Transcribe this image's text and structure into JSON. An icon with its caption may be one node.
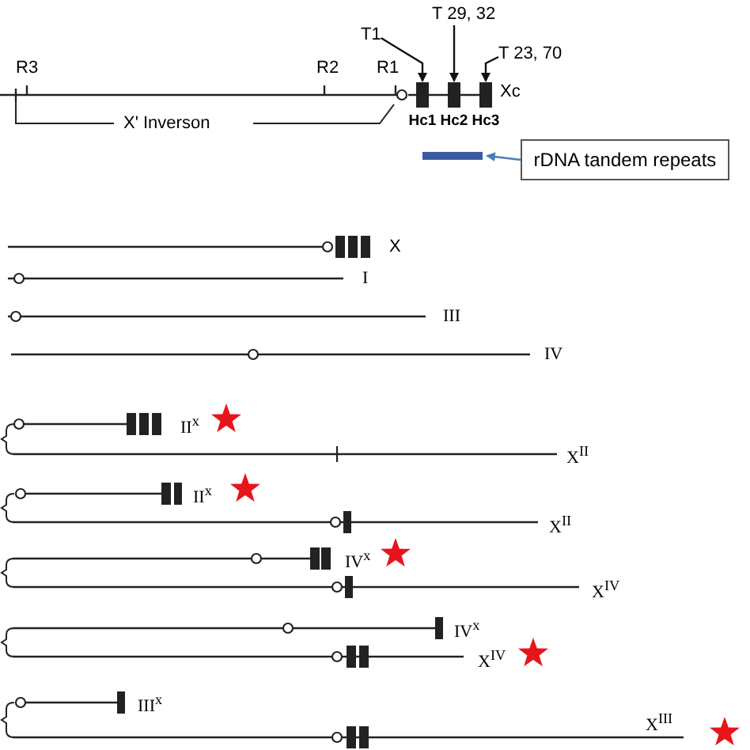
{
  "diagram": {
    "nodes": [
      {
        "text": [
          "T 29, 32"
        ]
      },
      {
        "text": [
          "T1"
        ]
      },
      {
        "text": [
          "T 23, 70"
        ]
      },
      {
        "text": [
          "Hc1"
        ]
      },
      {
        "text": [
          "Hc2"
        ]
      },
      {
        "text": [
          "Hc3"
        ]
      },
      {
        "text": [
          "rDNA tandem repeats"
        ]
      },
      {
        "text": [],
        "shape": "bar"
      }
    ],
    "edges": [
      {
        "from": 1,
        "to": 3,
        "arrow": "to"
      },
      {
        "from": 0,
        "to": 4,
        "arrow": "to"
      },
      {
        "from": 2,
        "to": 5,
        "arrow": "to"
      },
      {
        "from": 6,
        "to": 7,
        "arrow": "to",
        "color": "#4a7fb5"
      }
    ],
    "labels": [
      "R3",
      "R2",
      "R1",
      "Xc",
      "X' Inverson",
      "X",
      "I",
      "III",
      "IV",
      "II$^{x}$",
      "X$^{II}$",
      "II$^{x}$",
      "X$^{II}$",
      "IV$^{x}$",
      "X$^{IV}$",
      "IV$^{x}$",
      "X$^{IV}$",
      "III$^{x}$",
      "X$^{III}$"
    ]
  }
}
